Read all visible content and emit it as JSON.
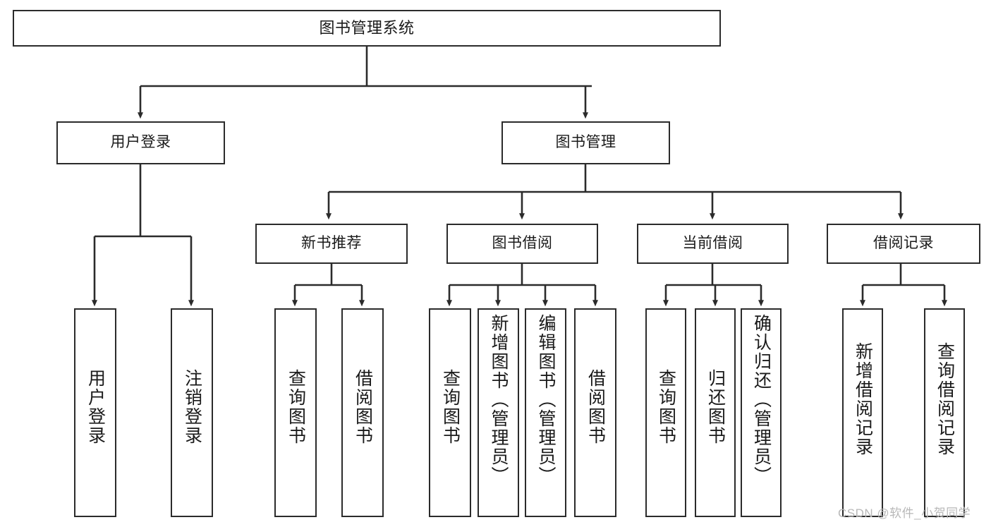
{
  "diagram": {
    "title": "图书管理系统",
    "type": "tree",
    "background_color": "#ffffff",
    "stroke_color": "#2b2b2b",
    "text_color": "#1a1a1a",
    "watermark": "CSDN @软件_小贺同学",
    "nodes": {
      "root": {
        "label": "图书管理系统"
      },
      "user_login": {
        "label": "用户登录"
      },
      "book_manage": {
        "label": "图书管理"
      },
      "new_book_rec": {
        "label": "新书推荐"
      },
      "book_borrow": {
        "label": "图书借阅"
      },
      "current_borrow": {
        "label": "当前借阅"
      },
      "borrow_record": {
        "label": "借阅记录"
      },
      "leaf_user_login": {
        "label": "用户登录"
      },
      "leaf_logout_login": {
        "label": "注销登录"
      },
      "leaf_query_book_1": {
        "label": "查询图书"
      },
      "leaf_borrow_book_1": {
        "label": "借阅图书"
      },
      "leaf_query_book_2": {
        "label": "查询图书"
      },
      "leaf_add_book_admin": {
        "label": "新增图书（管理员）"
      },
      "leaf_edit_book_admin": {
        "label": "编辑图书（管理员）"
      },
      "leaf_borrow_book_2": {
        "label": "借阅图书"
      },
      "leaf_query_book_3": {
        "label": "查询图书"
      },
      "leaf_return_book": {
        "label": "归还图书"
      },
      "leaf_confirm_return": {
        "label": "确认归还（管理员）"
      },
      "leaf_add_record": {
        "label": "新增借阅记录"
      },
      "leaf_query_record": {
        "label": "查询借阅记录"
      }
    },
    "edges": [
      {
        "from": "root",
        "to": "user_login"
      },
      {
        "from": "root",
        "to": "book_manage"
      },
      {
        "from": "user_login",
        "to": "leaf_user_login"
      },
      {
        "from": "user_login",
        "to": "leaf_logout_login"
      },
      {
        "from": "book_manage",
        "to": "new_book_rec"
      },
      {
        "from": "book_manage",
        "to": "book_borrow"
      },
      {
        "from": "book_manage",
        "to": "current_borrow"
      },
      {
        "from": "book_manage",
        "to": "borrow_record"
      },
      {
        "from": "new_book_rec",
        "to": "leaf_query_book_1"
      },
      {
        "from": "new_book_rec",
        "to": "leaf_borrow_book_1"
      },
      {
        "from": "book_borrow",
        "to": "leaf_query_book_2"
      },
      {
        "from": "book_borrow",
        "to": "leaf_add_book_admin"
      },
      {
        "from": "book_borrow",
        "to": "leaf_edit_book_admin"
      },
      {
        "from": "book_borrow",
        "to": "leaf_borrow_book_2"
      },
      {
        "from": "current_borrow",
        "to": "leaf_query_book_3"
      },
      {
        "from": "current_borrow",
        "to": "leaf_return_book"
      },
      {
        "from": "current_borrow",
        "to": "leaf_confirm_return"
      },
      {
        "from": "borrow_record",
        "to": "leaf_add_record"
      },
      {
        "from": "borrow_record",
        "to": "leaf_query_record"
      }
    ]
  }
}
